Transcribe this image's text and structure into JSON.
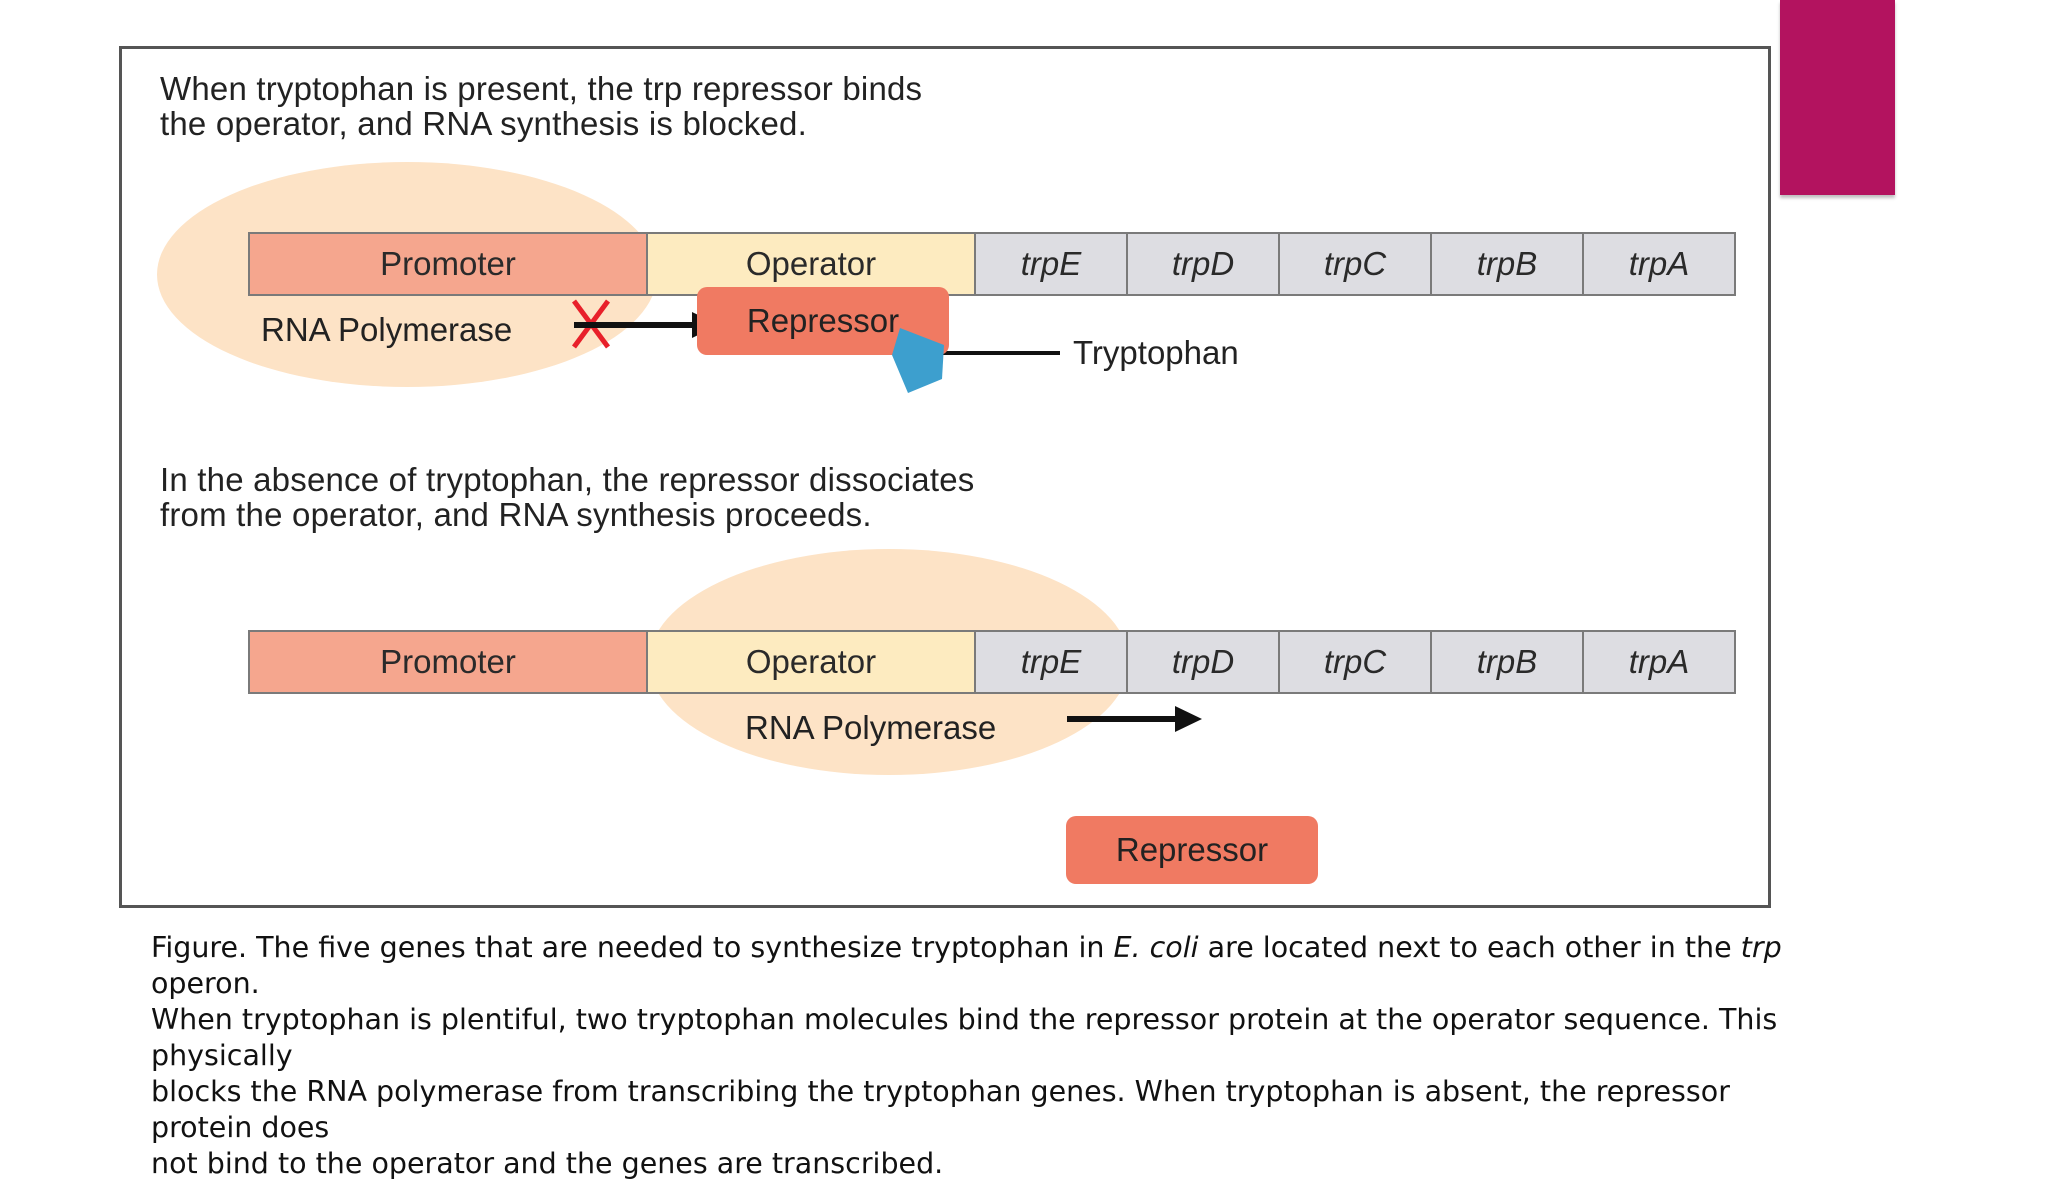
{
  "colors": {
    "accent": "#b3135f",
    "promoter": "#f5a68e",
    "operator": "#fdebc0",
    "gene": "#dddde2",
    "repressor": "#f07a62",
    "halo": "#fde3c6",
    "tryptophan": "#3d9fce",
    "block_mark": "#e8202a"
  },
  "panel_top": {
    "heading_line1": "When tryptophan is present, the trp repressor binds",
    "heading_line2": "the operator, and RNA synthesis is blocked.",
    "segments": [
      {
        "label": "Promoter",
        "kind": "promoter"
      },
      {
        "label": "Operator",
        "kind": "operator"
      },
      {
        "label": "trpE",
        "kind": "gene"
      },
      {
        "label": "trpD",
        "kind": "gene"
      },
      {
        "label": "trpC",
        "kind": "gene"
      },
      {
        "label": "trpB",
        "kind": "gene"
      },
      {
        "label": "trpA",
        "kind": "gene"
      }
    ],
    "polymerase_label": "RNA Polymerase",
    "repressor_label": "Repressor",
    "tryptophan_label": "Tryptophan",
    "block_icon": "cross-mark-icon",
    "arrow_icon": "arrow-right-icon"
  },
  "panel_bottom": {
    "heading_line1": "In the absence of tryptophan, the repressor dissociates",
    "heading_line2": "from the operator, and RNA synthesis proceeds.",
    "segments": [
      {
        "label": "Promoter",
        "kind": "promoter"
      },
      {
        "label": "Operator",
        "kind": "operator"
      },
      {
        "label": "trpE",
        "kind": "gene"
      },
      {
        "label": "trpD",
        "kind": "gene"
      },
      {
        "label": "trpC",
        "kind": "gene"
      },
      {
        "label": "trpB",
        "kind": "gene"
      },
      {
        "label": "trpA",
        "kind": "gene"
      }
    ],
    "polymerase_label": "RNA Polymerase",
    "repressor_label": "Repressor",
    "arrow_icon": "arrow-right-icon"
  },
  "caption": {
    "part1": "Figure. The five genes that are needed to synthesize tryptophan in ",
    "organism": "E. coli",
    "part2": " are located next to each other in the ",
    "operon": "trp",
    "part3": " operon.",
    "line2": "When tryptophan is plentiful, two tryptophan molecules bind the repressor protein at the operator sequence. This physically",
    "line3": "blocks the RNA polymerase from transcribing the tryptophan genes. When tryptophan is absent, the repressor protein does",
    "line4": "not bind to the operator and the genes are transcribed."
  }
}
